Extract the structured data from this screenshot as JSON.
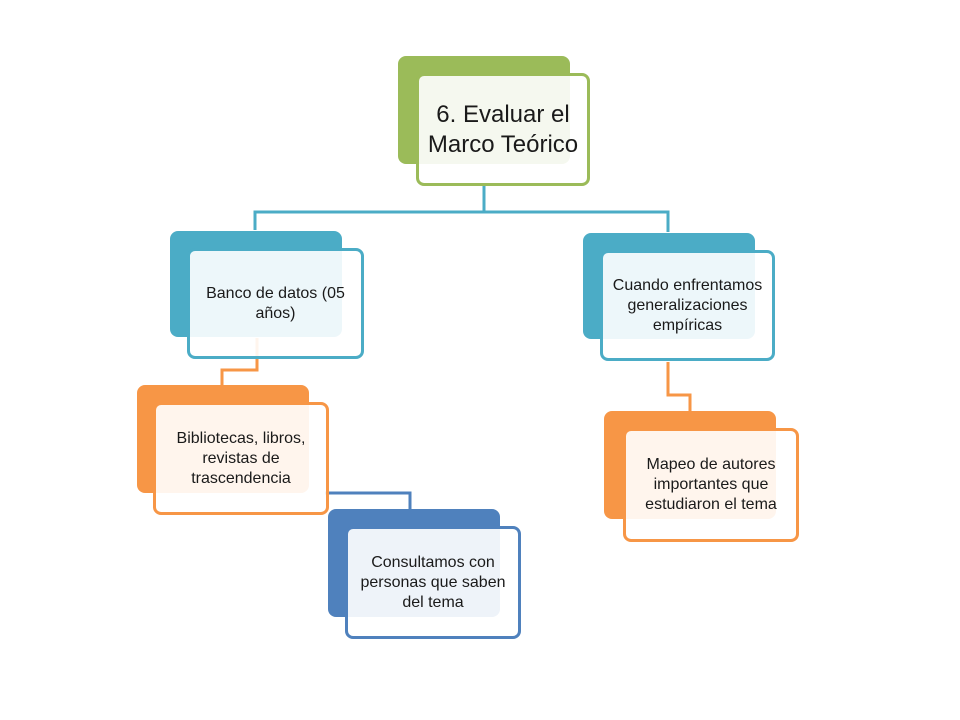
{
  "diagram": {
    "root": {
      "text": "6. Evaluar el Marco Teórico",
      "color": "#9bbb59"
    },
    "left_branch": {
      "text": "Banco de datos (05 años)",
      "color": "#4bacc6"
    },
    "right_branch": {
      "text": "Cuando enfrentamos generalizaciones empíricas",
      "color": "#4bacc6"
    },
    "left_child": {
      "text": "Bibliotecas, libros, revistas de trascendencia",
      "color": "#f79646"
    },
    "left_grandchild": {
      "text": "Consultamos con personas que saben del tema",
      "color": "#4f81bd"
    },
    "right_child": {
      "text": "Mapeo de autores importantes que estudiaron el tema",
      "color": "#f79646"
    }
  }
}
